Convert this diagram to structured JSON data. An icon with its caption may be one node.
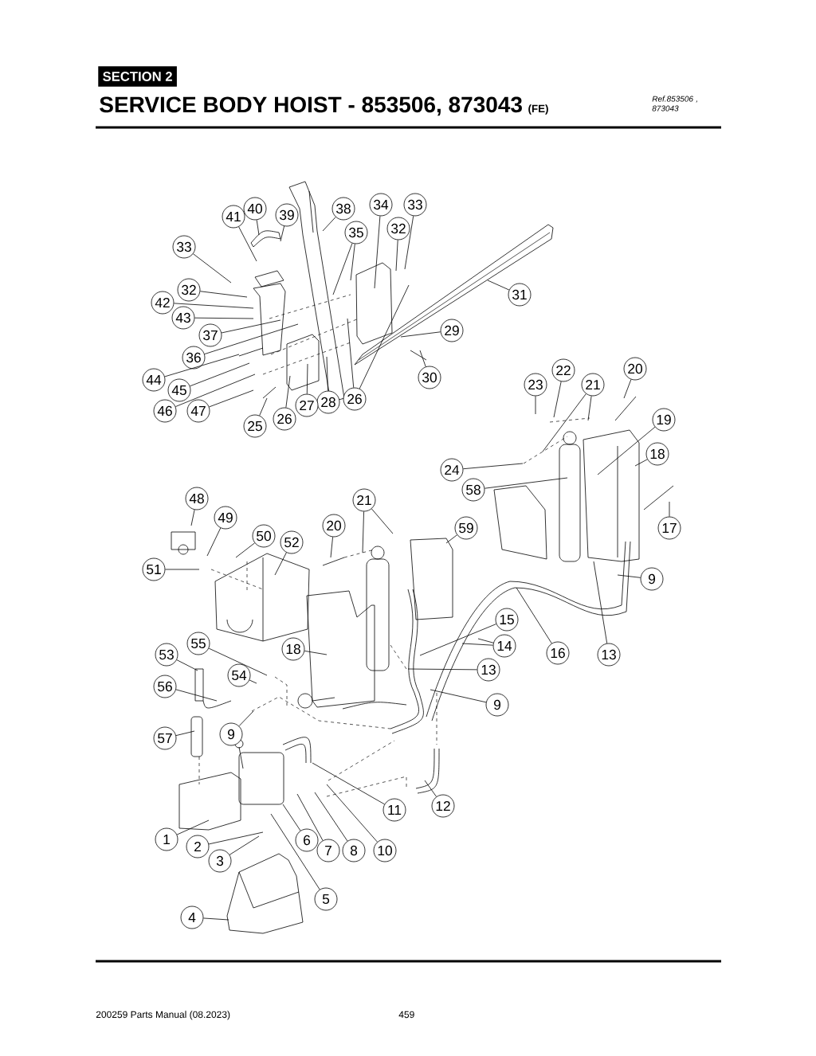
{
  "diagram": {
    "title": "SERVICE BODY HOIST - 853506, 873043",
    "nodes": [
      {
        "text": [
          "41"
        ]
      },
      {
        "text": [
          "40"
        ]
      },
      {
        "text": [
          "39"
        ]
      },
      {
        "text": [
          "38"
        ]
      },
      {
        "text": [
          "34"
        ]
      },
      {
        "text": [
          "33"
        ]
      },
      {
        "text": [
          "33"
        ]
      },
      {
        "text": [
          "35"
        ]
      },
      {
        "text": [
          "32"
        ]
      },
      {
        "text": [
          "32"
        ]
      },
      {
        "text": [
          "31"
        ]
      },
      {
        "text": [
          "42"
        ]
      },
      {
        "text": [
          "43"
        ]
      },
      {
        "text": [
          "29"
        ]
      },
      {
        "text": [
          "37"
        ]
      },
      {
        "text": [
          "36"
        ]
      },
      {
        "text": [
          "20"
        ]
      },
      {
        "text": [
          "22"
        ]
      },
      {
        "text": [
          "44"
        ]
      },
      {
        "text": [
          "30"
        ]
      },
      {
        "text": [
          "23"
        ]
      },
      {
        "text": [
          "21"
        ]
      },
      {
        "text": [
          "45"
        ]
      },
      {
        "text": [
          "26"
        ]
      },
      {
        "text": [
          "28"
        ]
      },
      {
        "text": [
          "27"
        ]
      },
      {
        "text": [
          "46"
        ]
      },
      {
        "text": [
          "47"
        ]
      },
      {
        "text": [
          "26"
        ]
      },
      {
        "text": [
          "19"
        ]
      },
      {
        "text": [
          "25"
        ]
      },
      {
        "text": [
          "18"
        ]
      },
      {
        "text": [
          "24"
        ]
      },
      {
        "text": [
          "58"
        ]
      },
      {
        "text": [
          "48"
        ]
      },
      {
        "text": [
          "21"
        ]
      },
      {
        "text": [
          "49"
        ]
      },
      {
        "text": [
          "20"
        ]
      },
      {
        "text": [
          "59"
        ]
      },
      {
        "text": [
          "17"
        ]
      },
      {
        "text": [
          "50"
        ]
      },
      {
        "text": [
          "52"
        ]
      },
      {
        "text": [
          "51"
        ]
      },
      {
        "text": [
          "9"
        ]
      },
      {
        "text": [
          "15"
        ]
      },
      {
        "text": [
          "55"
        ]
      },
      {
        "text": [
          "14"
        ]
      },
      {
        "text": [
          "16"
        ]
      },
      {
        "text": [
          "18"
        ]
      },
      {
        "text": [
          "13"
        ]
      },
      {
        "text": [
          "53"
        ]
      },
      {
        "text": [
          "13"
        ]
      },
      {
        "text": [
          "54"
        ]
      },
      {
        "text": [
          "56"
        ]
      },
      {
        "text": [
          "9"
        ]
      },
      {
        "text": [
          "9"
        ]
      },
      {
        "text": [
          "57"
        ]
      },
      {
        "text": [
          "12"
        ]
      },
      {
        "text": [
          "11"
        ]
      },
      {
        "text": [
          "1"
        ]
      },
      {
        "text": [
          "2"
        ]
      },
      {
        "text": [
          "6"
        ]
      },
      {
        "text": [
          "7"
        ]
      },
      {
        "text": [
          "8"
        ]
      },
      {
        "text": [
          "10"
        ]
      },
      {
        "text": [
          "3"
        ]
      },
      {
        "text": [
          "5"
        ]
      },
      {
        "text": [
          "4"
        ]
      }
    ],
    "edges": [
      {
        "from": 0,
        "to": null,
        "arrow": "none"
      },
      {
        "from": 1,
        "to": null,
        "arrow": "none"
      },
      {
        "from": 2,
        "to": null,
        "arrow": "none"
      },
      {
        "from": 3,
        "to": null,
        "arrow": "none"
      },
      {
        "from": 4,
        "to": null,
        "arrow": "none"
      },
      {
        "from": 5,
        "to": null,
        "arrow": "none"
      },
      {
        "from": 6,
        "to": null,
        "arrow": "none"
      },
      {
        "from": 7,
        "to": null,
        "arrow": "none"
      },
      {
        "from": 7,
        "to": null,
        "arrow": "none"
      },
      {
        "from": 8,
        "to": null,
        "arrow": "none"
      },
      {
        "from": 9,
        "to": null,
        "arrow": "none"
      },
      {
        "from": 10,
        "to": null,
        "arrow": "none"
      },
      {
        "from": 11,
        "to": null,
        "arrow": "none"
      },
      {
        "from": 12,
        "to": null,
        "arrow": "none"
      },
      {
        "from": 13,
        "to": null,
        "arrow": "none"
      },
      {
        "from": 14,
        "to": null,
        "arrow": "none"
      },
      {
        "from": 15,
        "to": null,
        "arrow": "none"
      },
      {
        "from": 16,
        "to": null,
        "arrow": "none"
      },
      {
        "from": 17,
        "to": null,
        "arrow": "none"
      },
      {
        "from": 18,
        "to": null,
        "arrow": "none"
      },
      {
        "from": 19,
        "to": null,
        "arrow": "none"
      },
      {
        "from": 20,
        "to": null,
        "arrow": "none"
      },
      {
        "from": 21,
        "to": null,
        "arrow": "none"
      },
      {
        "from": 21,
        "to": null,
        "arrow": "none"
      },
      {
        "from": 22,
        "to": null,
        "arrow": "none"
      },
      {
        "from": 23,
        "to": null,
        "arrow": "none"
      },
      {
        "from": 23,
        "to": null,
        "arrow": "none"
      },
      {
        "from": 24,
        "to": null,
        "arrow": "none"
      },
      {
        "from": 25,
        "to": null,
        "arrow": "none"
      },
      {
        "from": 26,
        "to": null,
        "arrow": "none"
      },
      {
        "from": 27,
        "to": null,
        "arrow": "none"
      },
      {
        "from": 28,
        "to": null,
        "arrow": "none"
      },
      {
        "from": 29,
        "to": null,
        "arrow": "none"
      },
      {
        "from": 30,
        "to": null,
        "arrow": "none"
      },
      {
        "from": 31,
        "to": null,
        "arrow": "none"
      },
      {
        "from": 32,
        "to": null,
        "arrow": "none"
      },
      {
        "from": 33,
        "to": null,
        "arrow": "none"
      },
      {
        "from": 34,
        "to": null,
        "arrow": "none"
      },
      {
        "from": 35,
        "to": null,
        "arrow": "none"
      },
      {
        "from": 35,
        "to": null,
        "arrow": "none"
      },
      {
        "from": 36,
        "to": null,
        "arrow": "none"
      },
      {
        "from": 37,
        "to": null,
        "arrow": "none"
      },
      {
        "from": 38,
        "to": null,
        "arrow": "none"
      },
      {
        "from": 39,
        "to": null,
        "arrow": "none"
      },
      {
        "from": 40,
        "to": null,
        "arrow": "none"
      },
      {
        "from": 41,
        "to": null,
        "arrow": "none"
      },
      {
        "from": 42,
        "to": null,
        "arrow": "none"
      },
      {
        "from": 43,
        "to": null,
        "arrow": "none"
      },
      {
        "from": 44,
        "to": null,
        "arrow": "none"
      },
      {
        "from": 45,
        "to": null,
        "arrow": "none"
      },
      {
        "from": 46,
        "to": null,
        "arrow": "none"
      },
      {
        "from": 46,
        "to": null,
        "arrow": "none"
      },
      {
        "from": 47,
        "to": null,
        "arrow": "none"
      },
      {
        "from": 48,
        "to": null,
        "arrow": "none"
      },
      {
        "from": 49,
        "to": null,
        "arrow": "none"
      },
      {
        "from": 50,
        "to": null,
        "arrow": "none"
      },
      {
        "from": 51,
        "to": null,
        "arrow": "none"
      },
      {
        "from": 52,
        "to": null,
        "arrow": "none"
      },
      {
        "from": 53,
        "to": null,
        "arrow": "none"
      },
      {
        "from": 54,
        "to": null,
        "arrow": "none"
      },
      {
        "from": 55,
        "to": null,
        "arrow": "none"
      },
      {
        "from": 56,
        "to": null,
        "arrow": "none"
      },
      {
        "from": 57,
        "to": null,
        "arrow": "none"
      },
      {
        "from": 58,
        "to": null,
        "arrow": "none"
      },
      {
        "from": 59,
        "to": null,
        "arrow": "none"
      },
      {
        "from": 60,
        "to": null,
        "arrow": "none"
      },
      {
        "from": 61,
        "to": null,
        "arrow": "none"
      },
      {
        "from": 62,
        "to": null,
        "arrow": "none"
      },
      {
        "from": 63,
        "to": null,
        "arrow": "none"
      },
      {
        "from": 64,
        "to": null,
        "arrow": "none"
      },
      {
        "from": 65,
        "to": null,
        "arrow": "none"
      },
      {
        "from": 66,
        "to": null,
        "arrow": "none"
      },
      {
        "from": 67,
        "to": null,
        "arrow": "none"
      }
    ],
    "labels": [
      "SECTION 2",
      "(FE)",
      "Ref.853506 , 873043",
      "200259 Parts Manual (08.2023)",
      "459"
    ]
  }
}
